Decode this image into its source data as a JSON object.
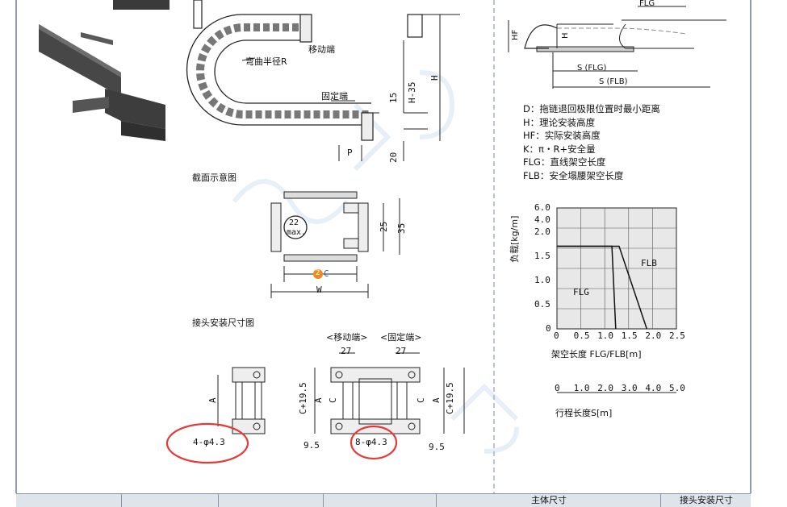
{
  "labels": {
    "moving_end": "移动端",
    "bend_radius": "弯曲半径R",
    "fixed_end": "固定端",
    "dim_h35": "H-35",
    "dim_h": "H",
    "dim_15": "15",
    "dim_20": "20",
    "dim_p": "P",
    "section_title": "截面示意图",
    "max22_top": "22",
    "max22_bottom": "max.",
    "dim_25": "25",
    "dim_35": "35",
    "c_mark": "C",
    "c_badge": "2",
    "dim_w": "W",
    "joint_title": "接头安装尺寸图",
    "moving_head": "<移动端>",
    "fixed_head": "<固定端>",
    "dim_27a": "27",
    "dim_27b": "27",
    "dim_a1": "A",
    "dim_a2": "A",
    "dim_a3": "A",
    "dim_c1": "C",
    "dim_c2": "C",
    "dim_c19a": "C+19.5",
    "dim_c19b": "C+19.5",
    "dim_95a": "9.5",
    "dim_95b": "9.5",
    "hole4": "4-φ4.3",
    "hole8": "8-φ4.3",
    "top_flg": "FLG",
    "top_hf": "HF",
    "top_h": "H",
    "top_sflg": "S (FLG)",
    "top_sflb": "S (FLB)"
  },
  "legend": [
    "D：拖链退回极限位置时最小距离",
    "H：理论安装高度",
    "HF：实际安装高度",
    "K：π・R+安全量",
    "FLG：直线架空长度",
    "FLB：安全塌腰架空长度"
  ],
  "chart_data": {
    "type": "line",
    "title": "",
    "ylabel": "负载[kg/m]",
    "xlabel": "架空长度 FLG/FLB[m]",
    "secondary_xlabel": "行程长度S[m]",
    "x_ticks": [
      "0",
      "0.5",
      "1.0",
      "1.5",
      "2.0",
      "2.5"
    ],
    "y_ticks": [
      "6.0",
      "4.0",
      "2.0",
      "1.5",
      "1.0",
      "0.5",
      "0"
    ],
    "secondary_x_ticks": [
      "0",
      "1.0",
      "2.0",
      "3.0",
      "4.0",
      "5.0"
    ],
    "grid": true,
    "series": [
      {
        "name": "FLG",
        "x": [
          0,
          1.15,
          1.23
        ],
        "y": [
          2.2,
          2.2,
          0
        ]
      },
      {
        "name": "FLB",
        "x": [
          0,
          1.3,
          1.88
        ],
        "y": [
          2.2,
          2.2,
          0
        ]
      }
    ]
  },
  "bottom_bar": {
    "main_dims": "主体尺寸",
    "joint_dims": "接头安装尺寸"
  }
}
